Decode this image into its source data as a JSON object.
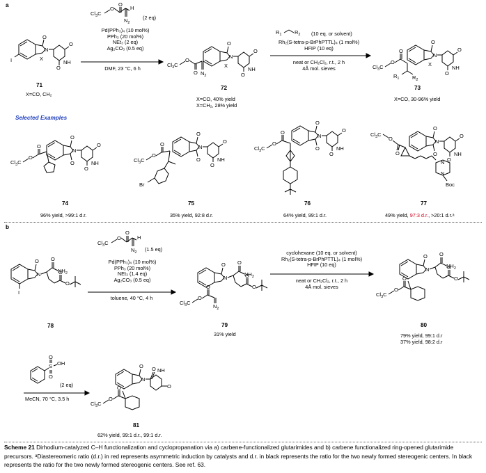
{
  "panel_a": {
    "label": "a",
    "diazo_reagent": {
      "atom_H": "H",
      "atom_N2": "N",
      "sub2": "2",
      "prefix": "Cl",
      "sub3": "3",
      "atom_C": "C",
      "eq": "(2 eq)"
    },
    "step1_conditions": [
      "Pd(PPh₃)₄ (10 mol%)",
      "PPh₃ (20 mol%)",
      "NEt₃ (2 eq)",
      "Ag₂CO₃ (0.5 eq)"
    ],
    "step1_below": "DMF, 23 °C, 6 h",
    "alkane_reagent": "(10 eq. or solvent)",
    "R1": "R",
    "R1_sub": "1",
    "R2": "R",
    "R2_sub": "2",
    "step2_conditions": [
      "Rh₂(S-tetra-p-BrPhPTTL)₄ (1 mol%)",
      "HFIP (10 eq)"
    ],
    "step2_below": [
      "neat or CH₂Cl₂, r.t., 2 h",
      "4Å mol. sieves"
    ],
    "compound_71": {
      "number": "71",
      "caption": "X=CO, CH₂"
    },
    "compound_72": {
      "number": "72",
      "caption": [
        "X=CO, 40% yield",
        "X=CH₂, 28% yield"
      ]
    },
    "compound_73": {
      "number": "73",
      "caption": "X=CO, 30-96% yield"
    },
    "atom_labels": {
      "I": "I",
      "X": "X",
      "N": "N",
      "NH": "NH",
      "O": "O",
      "Cl3C": "Cl₃C"
    }
  },
  "selected_examples": {
    "title": "Selected Examples",
    "items": [
      {
        "number": "74",
        "result": "96% yield, >99:1 d.r."
      },
      {
        "number": "75",
        "result": "35% yield, 92:8 d.r."
      },
      {
        "number": "76",
        "result": "64% yield, 99:1 d.r."
      },
      {
        "number": "77",
        "result_pre": "49% yield, ",
        "result_red": "97:3 d.r.",
        "result_post": ", >20:1 d.r.ᵃ"
      }
    ],
    "atom_labels": {
      "Br": "Br",
      "Boc": "Boc",
      "N": "N"
    }
  },
  "panel_b": {
    "label": "b",
    "diazo_eq": "(1.5 eq)",
    "step1_conditions": [
      "Pd(PPh₃)₄ (10 mol%)",
      "PPh₃ (20 mol%)",
      "NEt₃ (1.4 eq)",
      "Ag₂CO₃ (0.5 eq)"
    ],
    "step1_below": "toluene, 40 °C, 4 h",
    "step2_above": [
      "cyclohexane (10 eq. or solvent)",
      "Rh₂(S-tetra-p-BrPhPTTL)₄ (1 mol%)",
      "HFIP (10 eq)"
    ],
    "step2_below": [
      "neat or CH₂Cl₂, r.t., 2 h",
      "4Å  mol. sieves"
    ],
    "compound_78": {
      "number": "78"
    },
    "compound_79": {
      "number": "79",
      "caption": "31% yield"
    },
    "compound_80": {
      "number": "80",
      "caption": [
        "79% yield, 99:1 d.r",
        "37% yield, 98:2 d.r"
      ]
    },
    "step3_eq": "(2 eq)",
    "step3_below": "MeCN, 70 °C, 3.5 h",
    "compound_81": {
      "number": "81",
      "caption": "62% yield, 99:1 d.r., 99:1 d.r."
    },
    "atom_labels": {
      "NH2": "NH₂",
      "SOH": "S",
      "OH": "OH",
      "O": "O"
    }
  },
  "caption": {
    "label": "Scheme 21",
    "text": "Dirhodium-catalyzed C–H functionalization and cyclopropanation via a) carbene-functionalized glutarimides and b) carbene functionalized ring-opened glutarimide precursors. ᵃDiastereomeric ratio (d.r.) in red represents asymmetric induction by catalysts and d.r. in black represents the ratio for the two newly formed stereogenic centers. In black represents the ratio for the two newly formed stereogenic centers. See ref. 63."
  },
  "colors": {
    "selected_examples_title": "#1f3fbf",
    "asymmetric_dr": "#d0021b"
  }
}
